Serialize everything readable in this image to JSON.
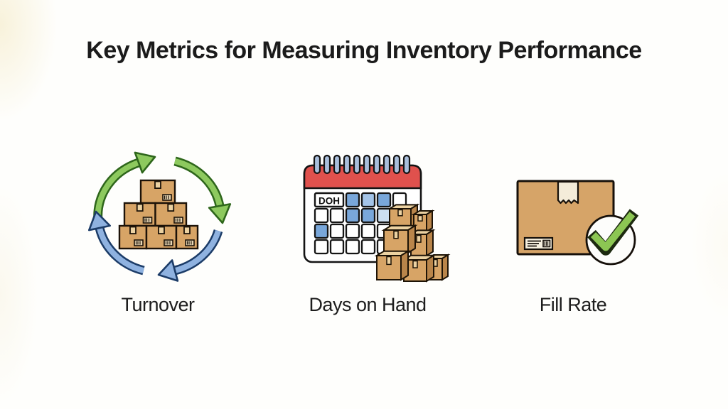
{
  "title": "Key Metrics for Measuring Inventory Performance",
  "metrics": [
    {
      "id": "turnover",
      "label": "Turnover",
      "icon": "cycle-arrows-boxes-icon"
    },
    {
      "id": "days_on_hand",
      "label": "Days on Hand",
      "icon": "calendar-doh-icon"
    },
    {
      "id": "fill_rate",
      "label": "Fill Rate",
      "icon": "box-checkmark-icon"
    }
  ],
  "calendar": {
    "doh_label": "DOH",
    "grid": [
      [
        "doh",
        "skip",
        "b1",
        "b2",
        "b1",
        "w"
      ],
      [
        "w",
        "w",
        "b1",
        "b1",
        "b3",
        "b2"
      ],
      [
        "b1",
        "w",
        "w",
        "w",
        "w",
        "w"
      ],
      [
        "w",
        "w",
        "w",
        "w",
        "w",
        "w"
      ]
    ],
    "palette": {
      "b1": "#79a7da",
      "b2": "#a4c4e8",
      "b3": "#cde0f2",
      "w": "#ffffff"
    }
  },
  "colors": {
    "background": "#fefefc",
    "title_text": "#1b1b1b",
    "caption_text": "#1d1d1d",
    "arrow_green": "#8dc95e",
    "arrow_green_outline": "#2e661b",
    "arrow_blue": "#8fb2e0",
    "arrow_blue_outline": "#1c3c68",
    "calendar_red": "#e0514d",
    "calendar_ring": "#a9bedb",
    "box_tan": "#d7a466",
    "box_top": "#ecd2a2",
    "box_side": "#b9854a",
    "tape_cream": "#f4ecd9",
    "check_green": "#8cc653"
  }
}
